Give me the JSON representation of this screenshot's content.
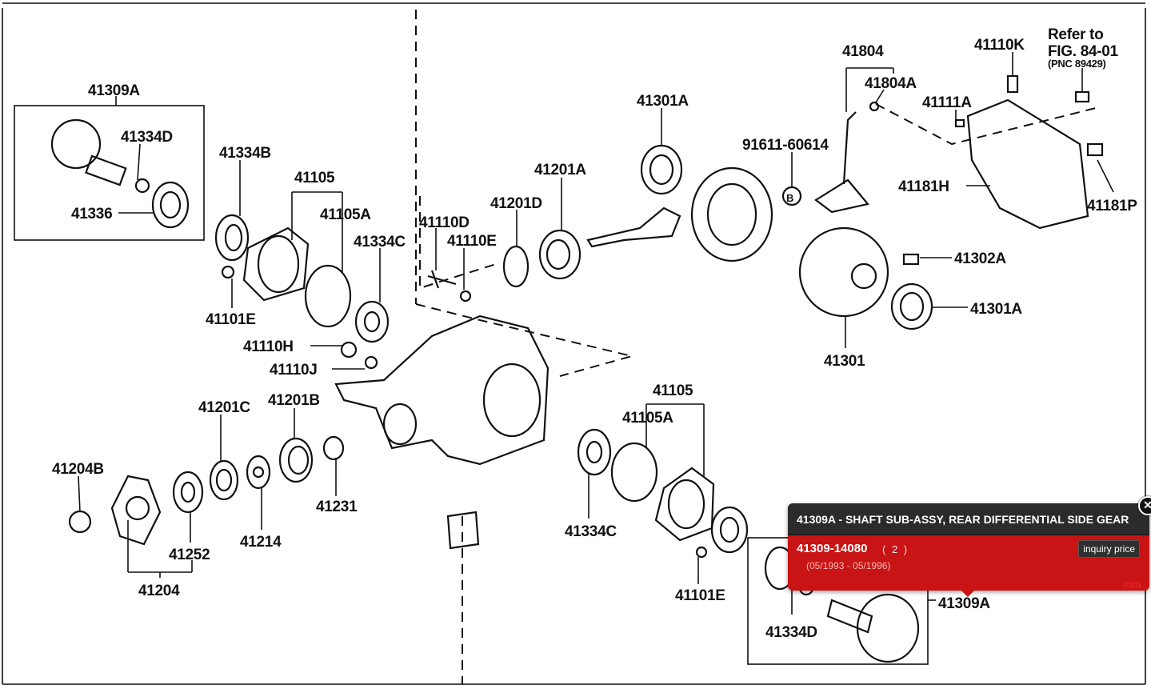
{
  "labels": [
    "41309A",
    "41334D",
    "41336",
    "41334B",
    "41105",
    "41105A",
    "41334C",
    "41101E",
    "41110H",
    "41110J",
    "41201C",
    "41201B",
    "41204B",
    "41231",
    "41214",
    "41252",
    "41204",
    "41110D",
    "41110E",
    "41201D",
    "41201A",
    "41301A",
    "91611-60614",
    "41804",
    "41804A",
    "41111A",
    "41110K",
    "41181H",
    "41181P",
    "41302A",
    "41301A",
    "41301",
    "41105",
    "41105A",
    "41334C",
    "41101E",
    "41334D",
    "41309A",
    "B"
  ],
  "refer": {
    "line1": "Refer to",
    "line2": "FIG. 84-01",
    "line3": "(PNC 89429)"
  },
  "tooltip": {
    "title": "41309A - SHAFT SUB-ASSY, REAR DIFFERENTIAL SIDE GEAR",
    "part_number": "41309-14080",
    "quantity": "( 2 )",
    "dates": "(05/1993 - 05/1996)",
    "inquiry_label": "inquiry price",
    "version": "0.001",
    "close_icon": "close-icon",
    "header_color": "#2b2b2b",
    "body_color": "#c81414"
  }
}
